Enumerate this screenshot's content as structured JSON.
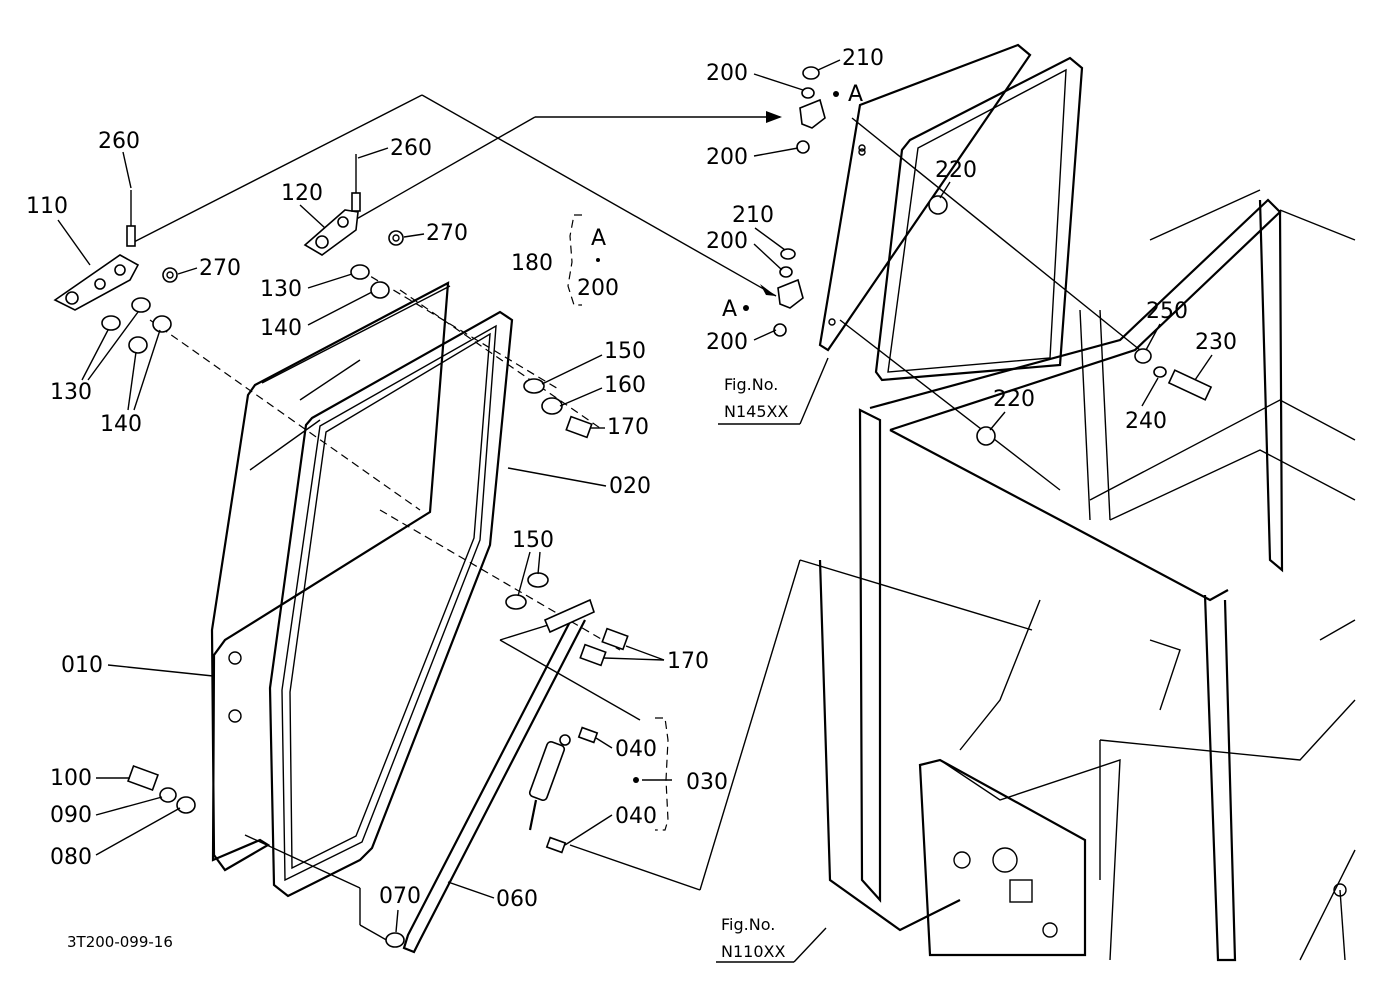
{
  "diagram": {
    "drawing_code": "3T200-099-16",
    "fig_refs": [
      {
        "caption": "Fig.No.",
        "number": "N145XX"
      },
      {
        "caption": "Fig.No.",
        "number": "N110XX"
      }
    ],
    "group_180": {
      "number": "180",
      "members": [
        "A",
        "200"
      ]
    },
    "group_030": {
      "number": "030"
    },
    "assembly_marker": "A",
    "part_labels": [
      "260",
      "260",
      "110",
      "120",
      "270",
      "270",
      "130",
      "130",
      "140",
      "140",
      "150",
      "150",
      "160",
      "170",
      "170",
      "020",
      "010",
      "100",
      "090",
      "080",
      "070",
      "060",
      "040",
      "040",
      "210",
      "210",
      "200",
      "200",
      "200",
      "200",
      "220",
      "220",
      "250",
      "240",
      "230"
    ]
  }
}
